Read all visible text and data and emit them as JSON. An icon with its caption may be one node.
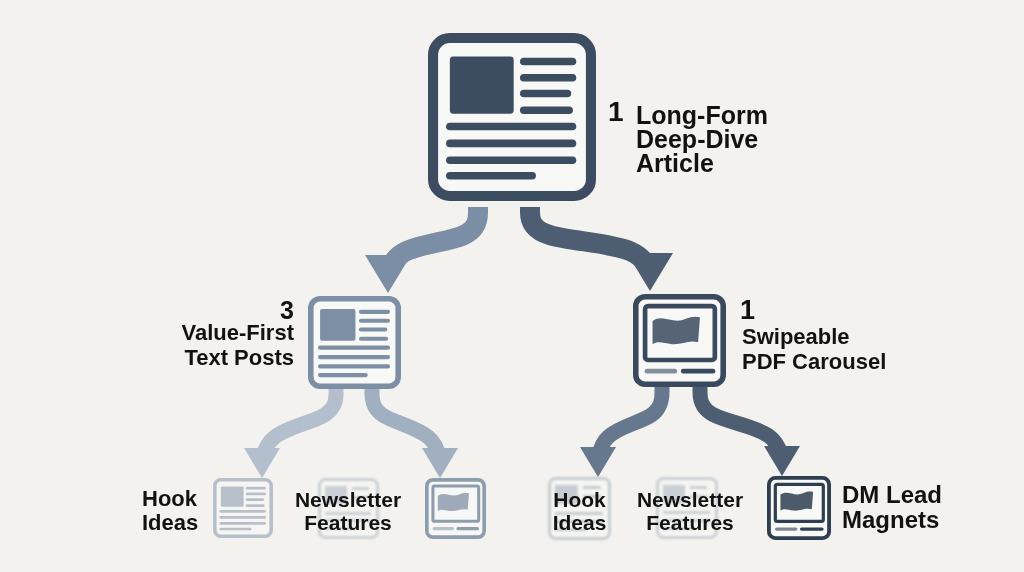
{
  "diagram": {
    "nodes": [
      {
        "text": [
          "1",
          "Long-Form Deep-Dive Article"
        ]
      },
      {
        "text": [
          "3",
          "Value-First Text Posts"
        ]
      },
      {
        "text": [
          "1",
          "Swipeable PDF Carousel"
        ]
      },
      {
        "text": [
          "Hook Ideas"
        ]
      },
      {
        "text": [
          "Newsletter Features"
        ]
      },
      {
        "text": [],
        "shape": "picture"
      },
      {
        "text": [
          "Hook Ideas"
        ]
      },
      {
        "text": [
          "Newsletter Features"
        ]
      },
      {
        "text": [
          "DM Lead Magnets"
        ]
      }
    ],
    "edges": [
      {
        "from": 0,
        "to": 1,
        "arrow": "to",
        "color": "#7b8ea5"
      },
      {
        "from": 0,
        "to": 2,
        "arrow": "to"
      },
      {
        "from": 1,
        "to": 3,
        "arrow": "to",
        "color": "#b3bfcc"
      },
      {
        "from": 1,
        "to": 5,
        "arrow": "to",
        "color": "#a1b0c1"
      },
      {
        "from": 2,
        "to": 6,
        "arrow": "to",
        "color": "#66788e"
      },
      {
        "from": 2,
        "to": 8,
        "arrow": "to"
      }
    ]
  }
}
